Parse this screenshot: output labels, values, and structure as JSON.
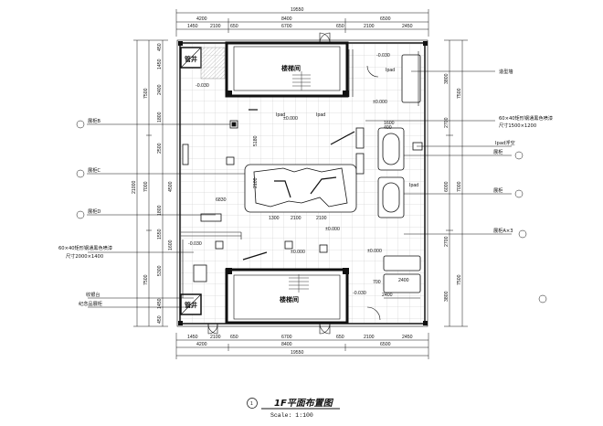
{
  "title": "1F平面布置图",
  "scale": "Scale:  1:100",
  "detail_no": "1",
  "rooms": {
    "stair_top": "楼梯间",
    "stair_bottom": "楼梯间",
    "shaft_top": "管井",
    "shaft_bottom": "管井"
  },
  "dims": {
    "overall": "19550",
    "top_row": [
      "4200",
      "8400",
      "6500"
    ],
    "bottom_row": [
      "4200",
      "8400",
      "6500"
    ],
    "top_sub": [
      "1450",
      "2100",
      "650",
      "6700",
      "650",
      "2100",
      "2450"
    ],
    "bottom_sub": [
      "1450",
      "2100",
      "650",
      "6700",
      "650",
      "2100",
      "2450"
    ],
    "left_overall": "21000",
    "left": [
      "7500",
      "7000",
      "7500"
    ],
    "left_sub": [
      "450",
      "1450",
      "2400",
      "1800",
      "2500",
      "4500",
      "1800",
      "1550",
      "1600",
      "5300",
      "1450",
      "450"
    ],
    "right": [
      "7500",
      "7000",
      "7500"
    ],
    "right_sub": [
      "3800",
      "2700",
      "6000",
      "2700",
      "3800"
    ],
    "inner": [
      "6830",
      "1300",
      "2100",
      "2100",
      "5180",
      "2100",
      "400",
      "1600",
      "2400",
      "2400",
      "700"
    ]
  },
  "levels": [
    "±0.000",
    "-0.030",
    "±0.000",
    "-0.030",
    "±0.000",
    "±0.000",
    "±0.000",
    "-0.030",
    "-0.030"
  ],
  "left_labels": [
    "展柜B",
    "展柜C",
    "展柜D",
    "60×40矩形钢通黑色喷漆",
    "尺寸2000×1400",
    "收银台",
    "纪念品展柜"
  ],
  "right_labels": [
    "造型墙",
    "60×40矩形钢通黑色喷漆",
    "尺寸1500×1200",
    "Ipad浮空",
    "展柜",
    "展柜",
    "展柜A×3"
  ],
  "ipad": [
    "Ipad",
    "Ipad",
    "Ipad",
    "Ipad"
  ]
}
